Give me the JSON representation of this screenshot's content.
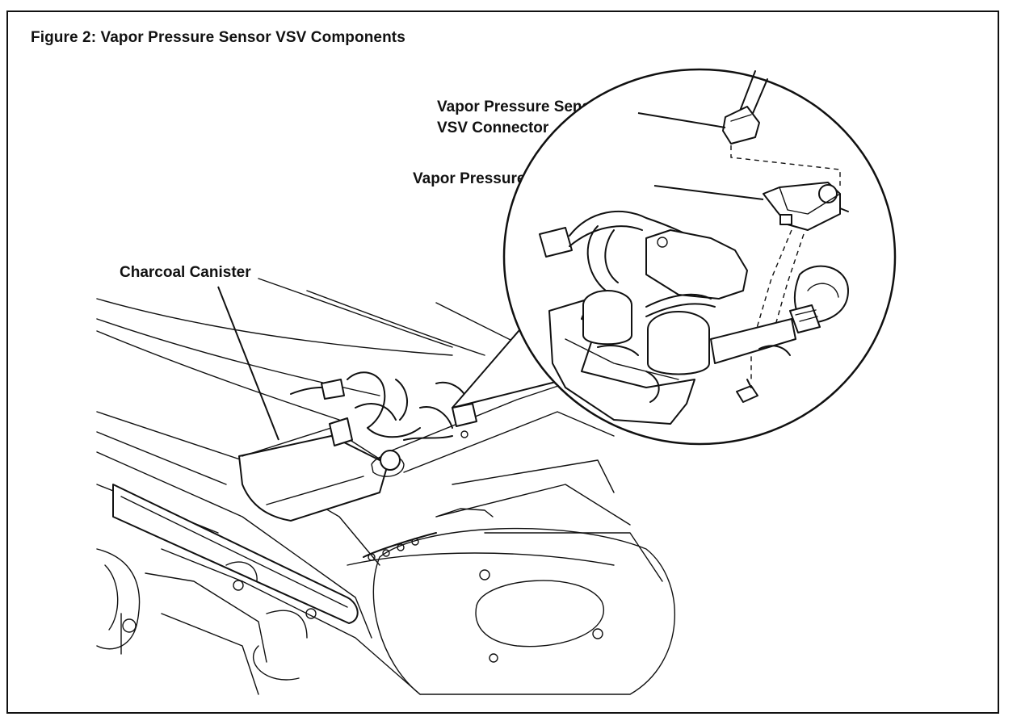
{
  "figure": {
    "title": "Figure 2: Vapor Pressure Sensor VSV Components"
  },
  "labels": {
    "connector_line1": "Vapor Pressure Sensor",
    "connector_line2": "VSV Connector",
    "vsv": "Vapor Pressure Sensor VSV",
    "canister": "Charcoal Canister"
  }
}
